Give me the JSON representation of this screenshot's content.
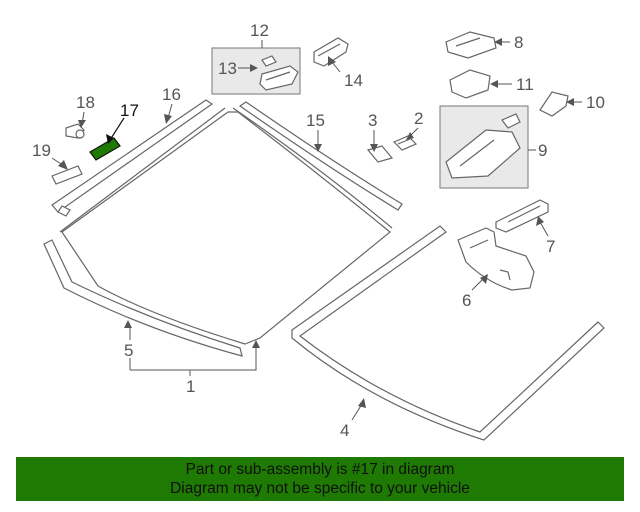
{
  "callouts": [
    "1",
    "2",
    "3",
    "4",
    "5",
    "6",
    "7",
    "8",
    "9",
    "10",
    "11",
    "12",
    "13",
    "14",
    "15",
    "16",
    "17",
    "18",
    "19"
  ],
  "highlight": {
    "part": "17",
    "color": "#1f7a04"
  },
  "footer": {
    "line1": "Part or sub-assembly is #17 in diagram",
    "line2": "Diagram may not be specific to your vehicle",
    "background": "#1f7a04"
  }
}
